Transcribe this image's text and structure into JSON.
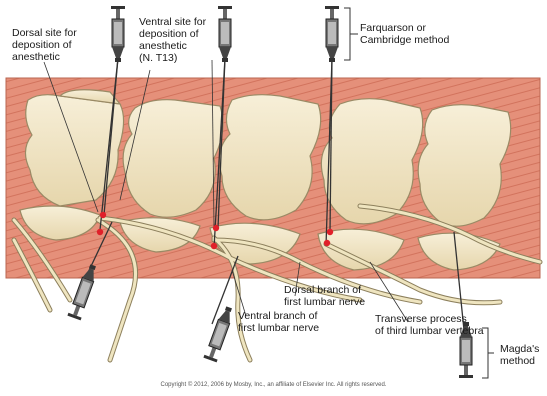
{
  "labels": {
    "dorsal_site": "Dorsal site for\ndeposition of\nanesthetic",
    "ventral_site": "Ventral site for\ndeposition of\nanesthetic\n(N. T13)",
    "farquarson": "Farquarson or\nCambridge method",
    "dorsal_branch": "Dorsal branch of\nfirst lumbar nerve",
    "ventral_branch": "Ventral branch of\nfirst lumbar nerve",
    "transverse_process": "Transverse process\nof third lumbar vertebra",
    "magda": "Magda's\nmethod"
  },
  "copyright": "Copyright © 2012, 2006 by Mosby, Inc., an affiliate of Elsevier Inc. All rights reserved.",
  "colors": {
    "muscle": "#e5907a",
    "muscle_stripe": "#d2735d",
    "bone": "#f1e6c8",
    "bone_edge": "#9a8a65",
    "nerve": "#efe5c0",
    "nerve_edge": "#8c7f5c",
    "syringe": "#555555",
    "dot": "#e0202a"
  },
  "icons": [
    "syringe-icon"
  ]
}
